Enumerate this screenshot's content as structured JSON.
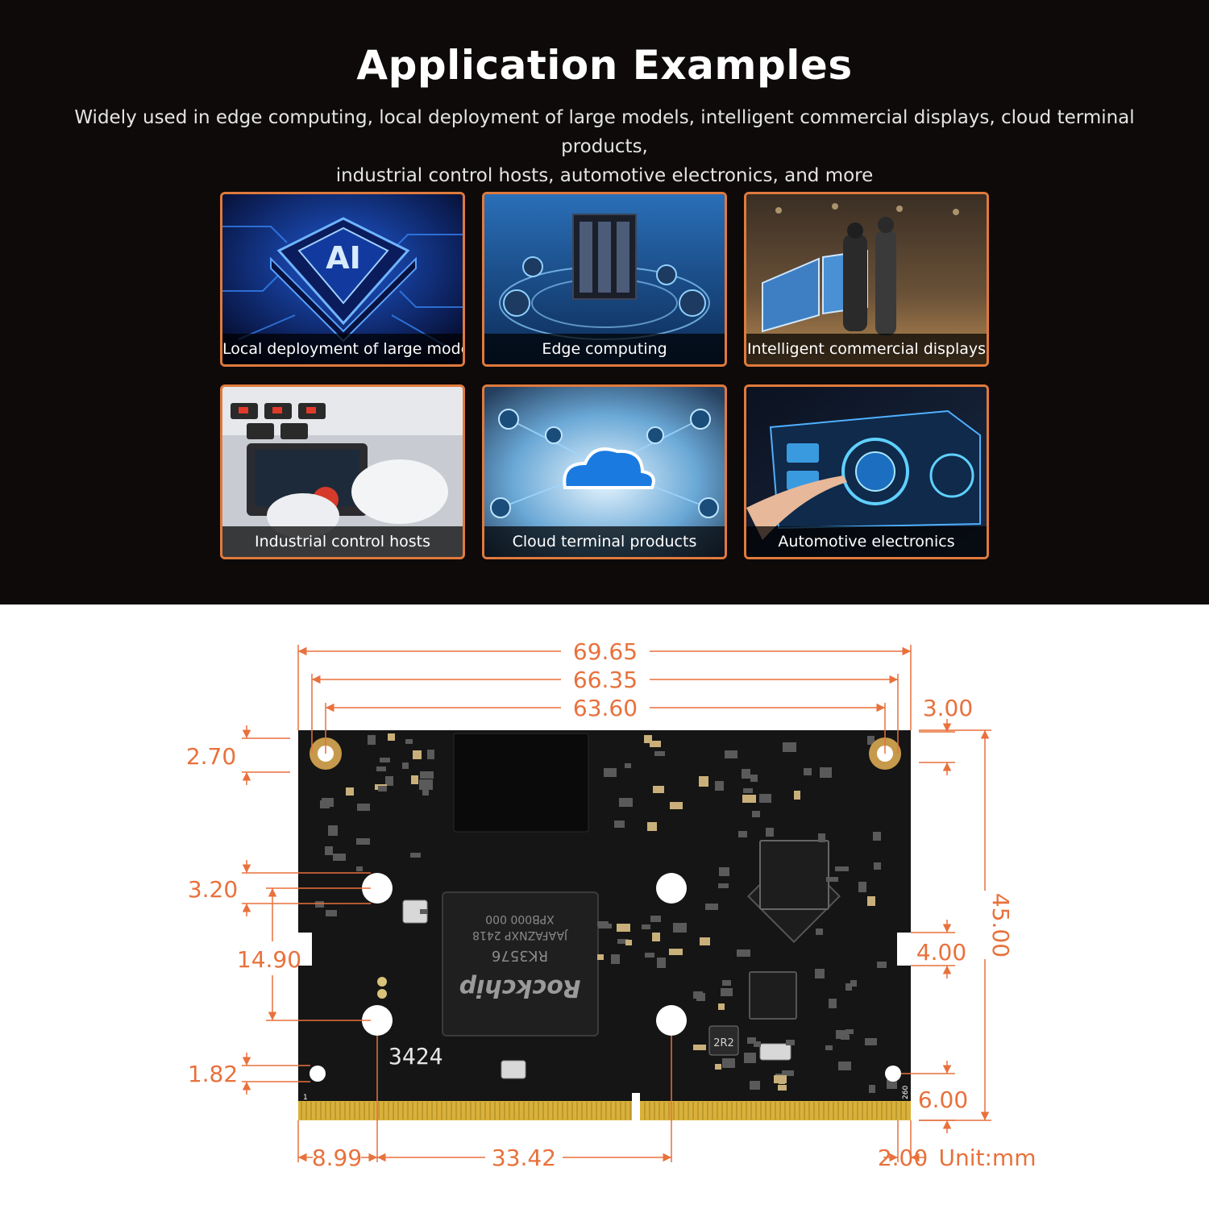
{
  "header": {
    "title": "Application Examples",
    "subtitle_line1": "Widely used in edge computing, local deployment of large models, intelligent commercial displays, cloud terminal products,",
    "subtitle_line2": "industrial control hosts, automotive electronics, and more"
  },
  "cards": [
    {
      "label": "Local deployment of large models",
      "icon": "ai-chip-icon"
    },
    {
      "label": "Edge computing",
      "icon": "server-network-icon"
    },
    {
      "label": "Intelligent commercial displays",
      "icon": "display-kiosk-icon"
    },
    {
      "label": "Industrial control hosts",
      "icon": "control-panel-icon"
    },
    {
      "label": "Cloud terminal products",
      "icon": "cloud-icon"
    },
    {
      "label": "Automotive electronics",
      "icon": "car-dashboard-icon"
    }
  ],
  "board": {
    "chip_brand": "Rockchip",
    "chip_model": "RK3576",
    "chip_code1": "JAAFAZNXP 2418",
    "chip_code2": "XPB000 000",
    "ai_text": "AI",
    "pcb_marking": "3424",
    "inductor_label": "2R2",
    "pin_first": "1",
    "pin_last": "260"
  },
  "dimensions": {
    "width_total": "69.65",
    "width_holes": "66.35",
    "width_inner": "63.60",
    "right_hole_dia": "3.00",
    "top_hole_offset": "2.70",
    "mid_hole_dia": "3.20",
    "mid_hole_spacing": "14.90",
    "notch_size": "4.00",
    "height_total": "45.00",
    "bottom_hole_offset": "1.82",
    "right_bottom_offset": "6.00",
    "left_edge_offset": "8.99",
    "hole_center_spacing": "33.42",
    "right_edge_offset": "2.00",
    "unit": "Unit:mm"
  },
  "colors": {
    "dimension": "#e8713c",
    "card_border": "#e07a3c",
    "pcb": "#151515",
    "gold": "#d9b13b"
  }
}
